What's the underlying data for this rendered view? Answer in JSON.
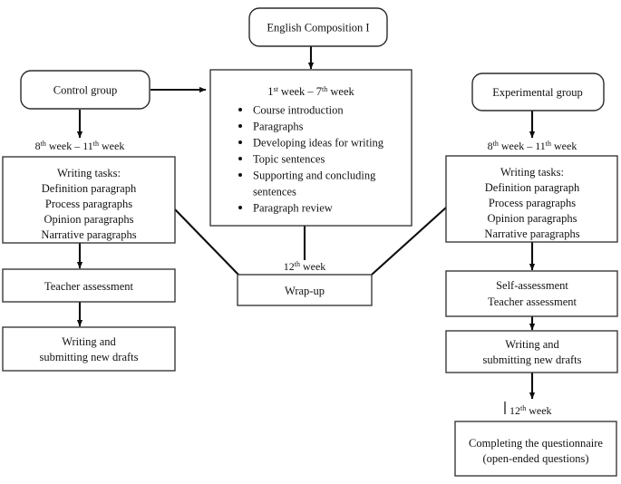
{
  "diagram": {
    "title": "English Composition I study design flowchart",
    "colors": {
      "background": "#ffffff",
      "box_stroke": "#3a3a3a",
      "connector": "#0d0d0d",
      "text": "#111111"
    },
    "nodes": {
      "course": {
        "label": "English Composition I",
        "shape": "rounded"
      },
      "control_group": {
        "label": "Control group",
        "shape": "rounded"
      },
      "experimental_group": {
        "label": "Experimental group",
        "shape": "rounded"
      },
      "common_syllabus": {
        "shape": "rect",
        "heading_prefix": "1",
        "heading_sup_1": "st",
        "heading_mid": " week – 7",
        "heading_sup_2": "th",
        "heading_suffix": " week",
        "heading_plain": "1st week – 7th week",
        "bullets": [
          "Course introduction",
          "Paragraphs",
          "Developing ideas for writing",
          "Topic sentences",
          "Supporting and concluding",
          "sentences",
          "Paragraph review"
        ]
      },
      "control_tasks": {
        "shape": "rect",
        "lines": [
          "Writing tasks:",
          "Definition paragraph",
          "Process paragraphs",
          "Opinion paragraphs",
          "Narrative paragraphs"
        ]
      },
      "experimental_tasks": {
        "shape": "rect",
        "lines": [
          "Writing tasks:",
          "Definition paragraph",
          "Process paragraphs",
          "Opinion paragraphs",
          "Narrative paragraphs"
        ]
      },
      "control_assessment": {
        "shape": "rect",
        "lines": [
          "Teacher assessment"
        ]
      },
      "experimental_assessment": {
        "shape": "rect",
        "lines": [
          "Self-assessment",
          "Teacher assessment"
        ]
      },
      "control_drafts": {
        "shape": "rect",
        "lines": [
          "Writing and",
          "submitting new drafts"
        ]
      },
      "experimental_drafts": {
        "shape": "rect",
        "lines": [
          "Writing and",
          "submitting new drafts"
        ]
      },
      "wrap_up": {
        "shape": "rect",
        "label": "Wrap-up"
      },
      "questionnaire": {
        "shape": "rect",
        "lines": [
          "Completing the questionnaire",
          "(open-ended questions)"
        ]
      }
    },
    "edge_labels": {
      "control_weeks": {
        "plain": "8th week – 11th week",
        "a": "8",
        "a_sup": "th",
        "mid": " week – 11",
        "b_sup": "th",
        "tail": " week"
      },
      "experimental_weeks": {
        "plain": "8th week – 11th week",
        "a": "8",
        "a_sup": "th",
        "mid": " week – 11",
        "b_sup": "th",
        "tail": " week"
      },
      "wrapup_week": {
        "plain": "12th week",
        "a": "12",
        "a_sup": "th",
        "tail": " week"
      },
      "questionnaire_week": {
        "plain": "12th week",
        "a": "12",
        "a_sup": "th",
        "tail": " week"
      }
    }
  }
}
